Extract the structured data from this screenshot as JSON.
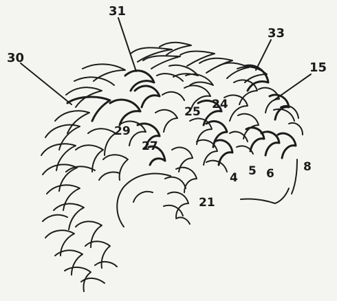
{
  "diagram": {
    "labels": [
      {
        "id": "l30",
        "text": "30"
      },
      {
        "id": "l31",
        "text": "31"
      },
      {
        "id": "l33",
        "text": "33"
      },
      {
        "id": "l15",
        "text": "15"
      },
      {
        "id": "l25",
        "text": "25"
      },
      {
        "id": "l24",
        "text": "24"
      },
      {
        "id": "l29",
        "text": "29"
      },
      {
        "id": "l27",
        "text": "27"
      },
      {
        "id": "l4",
        "text": "4"
      },
      {
        "id": "l5",
        "text": "5"
      },
      {
        "id": "l6",
        "text": "6"
      },
      {
        "id": "l8",
        "text": "8"
      },
      {
        "id": "l21",
        "text": "21"
      }
    ]
  }
}
